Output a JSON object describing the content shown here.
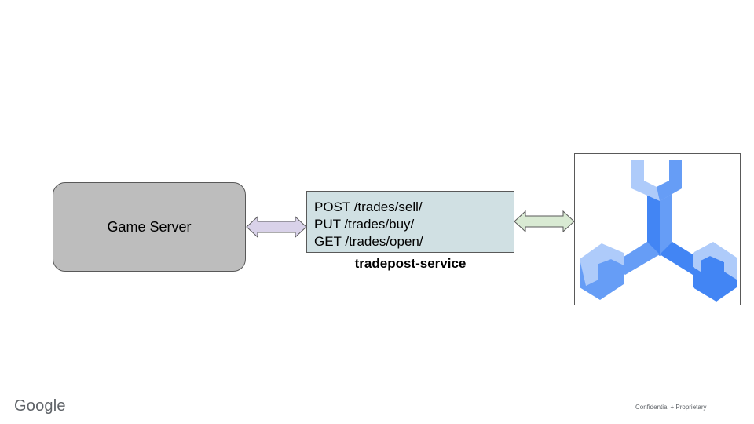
{
  "nodes": {
    "game_server": {
      "label": "Game Server",
      "fill": "#bdbdbd"
    },
    "tradepost_service": {
      "name": "tradepost-service",
      "fill": "#d0e0e3",
      "endpoints": [
        "POST /trades/sell/",
        "PUT /trades/buy/",
        "GET /trades/open/"
      ]
    },
    "backend": {
      "icon": "spanner-tri-icon",
      "colors": [
        "#aecbfa",
        "#669df6",
        "#4285f4"
      ]
    }
  },
  "edges": [
    {
      "from": "game_server",
      "to": "tradepost_service",
      "type": "bidirectional",
      "fill": "#d9d2e9"
    },
    {
      "from": "tradepost_service",
      "to": "backend",
      "type": "bidirectional",
      "fill": "#d9ead3"
    }
  ],
  "footer": {
    "brand": "Google",
    "note": "Confidential + Proprietary"
  }
}
